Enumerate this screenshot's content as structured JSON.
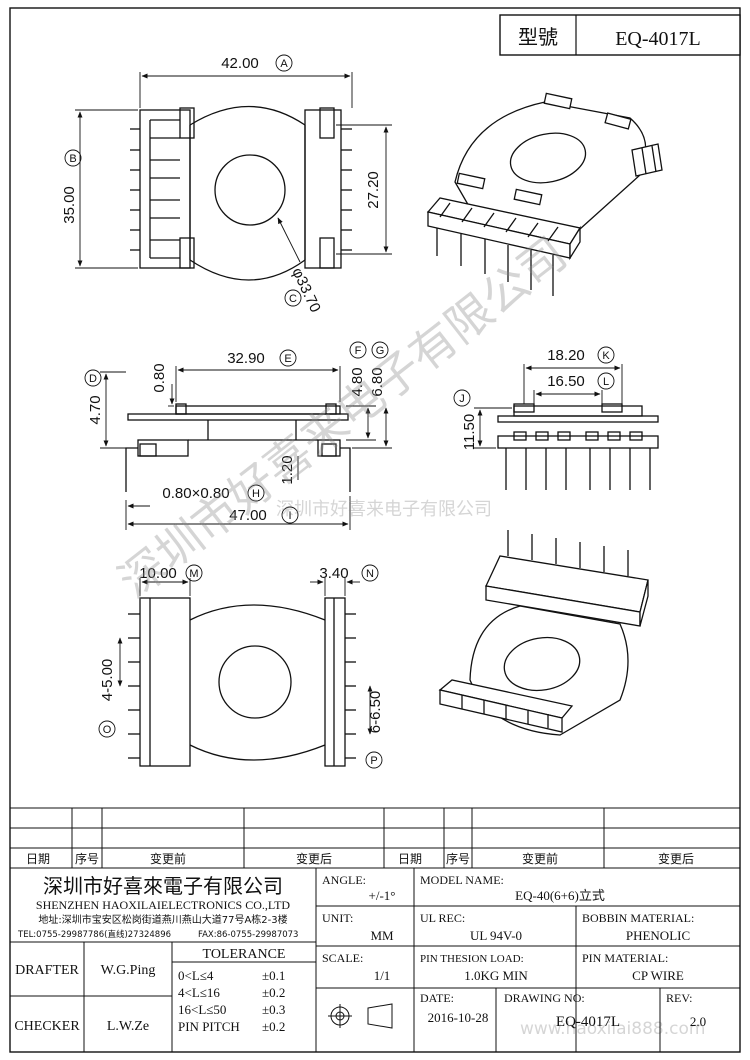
{
  "header": {
    "model_label": "型號",
    "model_value": "EQ-4017L"
  },
  "dimensions": {
    "d_42": "42.00",
    "d_35": "35.00",
    "d_2720": "27.20",
    "d_3370": "φ33.70",
    "d_3290": "32.90",
    "d_080": "0.80",
    "d_470": "4.70",
    "d_480": "4.80",
    "d_680": "6.80",
    "d_120": "1.20",
    "d_pin": "0.80×0.80",
    "d_47": "47.00",
    "d_1820": "18.20",
    "d_1650": "16.50",
    "d_1150": "11.50",
    "d_1000": "10.00",
    "d_340": "3.40",
    "d_4x500": "4-5.00",
    "d_6x650": "6-6.50"
  },
  "markers": {
    "A": "A",
    "B": "B",
    "C": "C",
    "D": "D",
    "E": "E",
    "F": "F",
    "G": "G",
    "H": "H",
    "I": "I",
    "J": "J",
    "K": "K",
    "L": "L",
    "M": "M",
    "N": "N",
    "O": "O",
    "P": "P"
  },
  "watermark": {
    "text_diag": "深圳市好喜来电子有限公司",
    "text_mid": "深圳市好喜来电子有限公司",
    "text_web": "www.haoxilai888.com"
  },
  "revision_table": {
    "col_date": "日期",
    "col_seq": "序号",
    "col_before": "变更前",
    "col_after": "变更后"
  },
  "title_block": {
    "company_cn": "深圳市好喜來電子有限公司",
    "company_en": "SHENZHEN HAOXILAIELECTRONICS CO.,LTD",
    "address": "地址:深圳市宝安区松岗街道燕川燕山大道77号A栋2-3楼",
    "tel": "TEL:0755-29987786(直线)27324896",
    "fax": "FAX:86-0755-29987073",
    "angle_label": "ANGLE:",
    "angle_value": "+/-1°",
    "model_name_label": "MODEL NAME:",
    "model_name_value": "EQ-40(6+6)立式",
    "unit_label": "UNIT:",
    "unit_value": "MM",
    "ul_label": "UL REC:",
    "ul_value": "UL 94V-0",
    "bobbin_label": "BOBBIN MATERIAL:",
    "bobbin_value": "PHENOLIC",
    "scale_label": "SCALE:",
    "scale_value": "1/1",
    "pin_load_label": "PIN THESION LOAD:",
    "pin_load_value": "1.0KG MIN",
    "pin_mat_label": "PIN MATERIAL:",
    "pin_mat_value": "CP  WIRE",
    "date_label": "DATE:",
    "date_value": "2016-10-28",
    "drawing_label": "DRAWING NO:",
    "drawing_value": "EQ-4017L",
    "rev_label": "REV:",
    "rev_value": "2.0",
    "drafter_label": "DRAFTER",
    "drafter_value": "W.G.Ping",
    "checker_label": "CHECKER",
    "checker_value": "L.W.Ze",
    "tolerance_label": "TOLERANCE",
    "tol_1_range": "0<L≤4",
    "tol_1_value": "±0.1",
    "tol_2_range": "4<L≤16",
    "tol_2_value": "±0.2",
    "tol_3_range": "16<L≤50",
    "tol_3_value": "±0.3",
    "tol_4_range": "PIN PITCH",
    "tol_4_value": "±0.2"
  }
}
